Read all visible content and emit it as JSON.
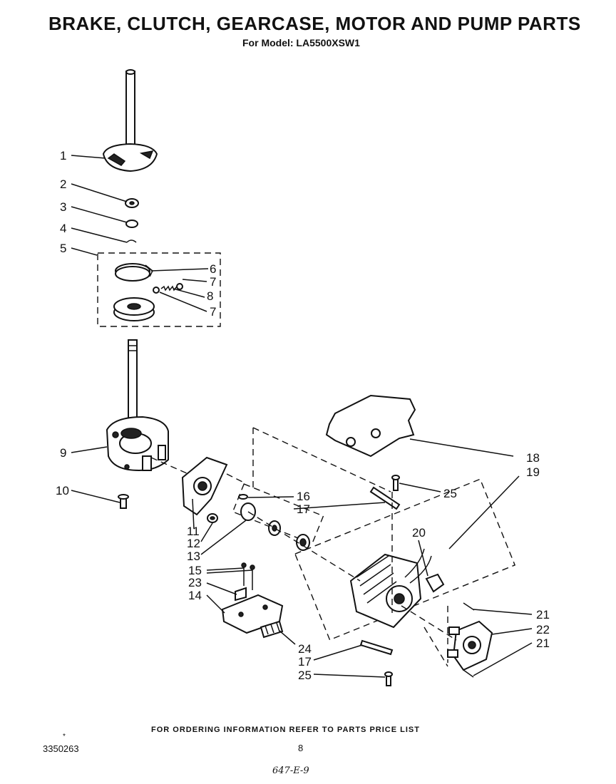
{
  "header": {
    "title": "BRAKE, CLUTCH, GEARCASE, MOTOR AND PUMP PARTS",
    "subtitle": "For Model: LA5500XSW1"
  },
  "callouts": [
    "1",
    "2",
    "3",
    "4",
    "5",
    "6",
    "7",
    "8",
    "7",
    "9",
    "10",
    "11",
    "12",
    "13",
    "14",
    "15",
    "16",
    "17",
    "18",
    "19",
    "20",
    "21",
    "22",
    "21",
    "23",
    "24",
    "17",
    "25",
    "25"
  ],
  "footer": {
    "ordering_note": "FOR ORDERING INFORMATION REFER TO PARTS PRICE LIST",
    "document_number": "3350263",
    "document_mark": "*",
    "page_number": "8",
    "handwritten_note": "647-E-9"
  }
}
